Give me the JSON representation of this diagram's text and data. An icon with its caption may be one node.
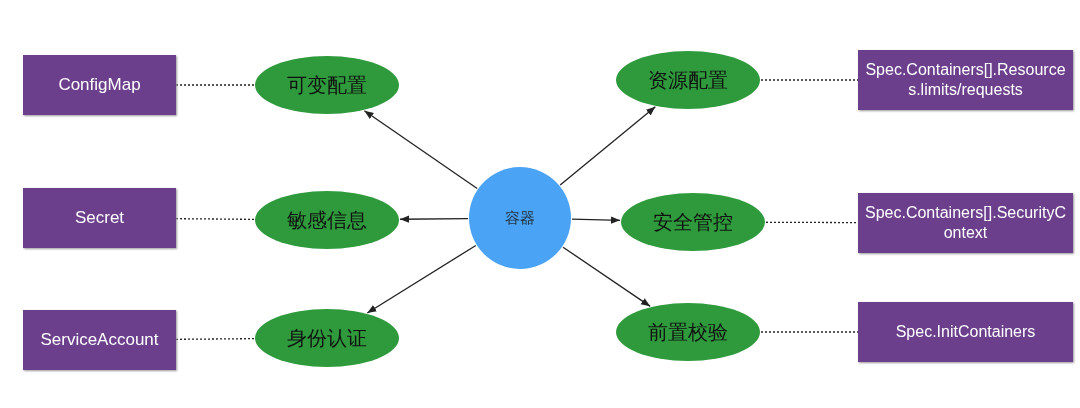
{
  "diagram": {
    "nodes": [
      {
        "text": [
          "ConfigMap"
        ]
      },
      {
        "text": [
          "可变配置"
        ]
      },
      {
        "text": [
          "资源配置"
        ]
      },
      {
        "text": [
          "Spec.Containers[].Resources.limits/requests"
        ]
      },
      {
        "text": [
          "Secret"
        ]
      },
      {
        "text": [
          "敏感信息"
        ]
      },
      {
        "text": [
          "容器"
        ]
      },
      {
        "text": [
          "安全管控"
        ]
      },
      {
        "text": [
          "Spec.Containers[].SecurityContext"
        ]
      },
      {
        "text": [
          "ServiceAccount"
        ]
      },
      {
        "text": [
          "身份认证"
        ]
      },
      {
        "text": [
          "前置校验"
        ]
      },
      {
        "text": [
          "Spec.InitContainers"
        ]
      }
    ],
    "edges": [
      {
        "from": 6,
        "to": 1,
        "arrow": "to"
      },
      {
        "from": 6,
        "to": 5,
        "arrow": "to"
      },
      {
        "from": 6,
        "to": 10,
        "arrow": "to"
      },
      {
        "from": 6,
        "to": 2,
        "arrow": "to"
      },
      {
        "from": 6,
        "to": 7,
        "arrow": "to"
      },
      {
        "from": 6,
        "to": 11,
        "arrow": "to"
      },
      {
        "from": 0,
        "to": 1,
        "arrow": "none",
        "style": "dashed"
      },
      {
        "from": 4,
        "to": 5,
        "arrow": "none",
        "style": "dashed"
      },
      {
        "from": 9,
        "to": 10,
        "arrow": "none",
        "style": "dashed"
      },
      {
        "from": 2,
        "to": 3,
        "arrow": "none",
        "style": "dashed"
      },
      {
        "from": 7,
        "to": 8,
        "arrow": "none",
        "style": "dashed"
      },
      {
        "from": 11,
        "to": 12,
        "arrow": "none",
        "style": "dashed"
      }
    ]
  }
}
